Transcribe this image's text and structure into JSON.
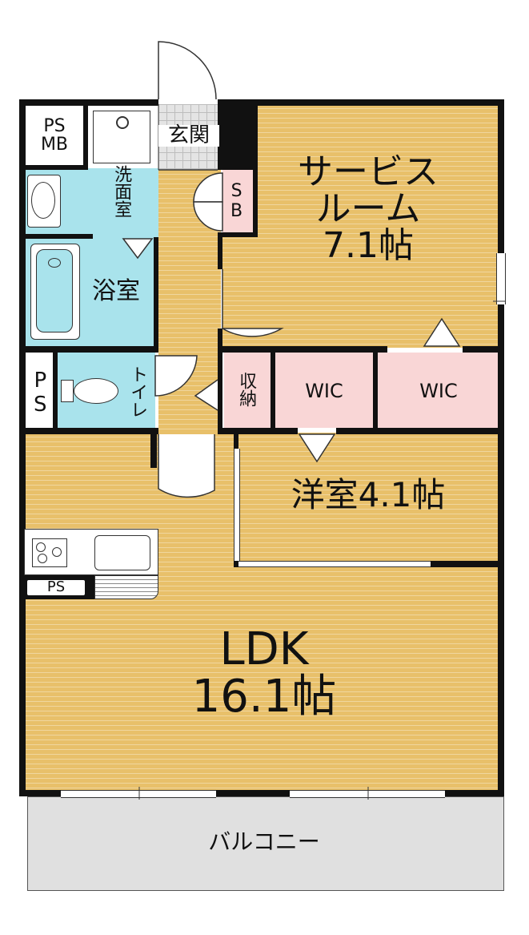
{
  "rooms": {
    "service_room": {
      "line1": "サービス",
      "line2": "ルーム",
      "size": "7.1帖"
    },
    "western_room": {
      "label": "洋室4.1帖"
    },
    "ldk": {
      "line1": "LDK",
      "line2": "16.1帖"
    },
    "balcony": {
      "label": "バルコニー"
    },
    "entrance": {
      "label": "玄関"
    },
    "washroom": {
      "label": "洗面室"
    },
    "bathroom": {
      "label": "浴室"
    },
    "toilet": {
      "label": "トイレ"
    },
    "storage": {
      "label": "収納"
    },
    "wic_1": {
      "label": "WIC"
    },
    "wic_2": {
      "label": "WIC"
    },
    "shoe_box": {
      "label": "SB"
    },
    "ps_mb": {
      "line1": "PS",
      "line2": "MB"
    },
    "ps_toilet": {
      "label": "PS"
    },
    "ps_kitchen": {
      "label": "PS"
    }
  },
  "colors": {
    "flooring": "#e8c06a",
    "wet_area": "#a9e3ec",
    "closet": "#f9d6d6",
    "balcony": "#e0e0e0",
    "wall": "#111111"
  }
}
